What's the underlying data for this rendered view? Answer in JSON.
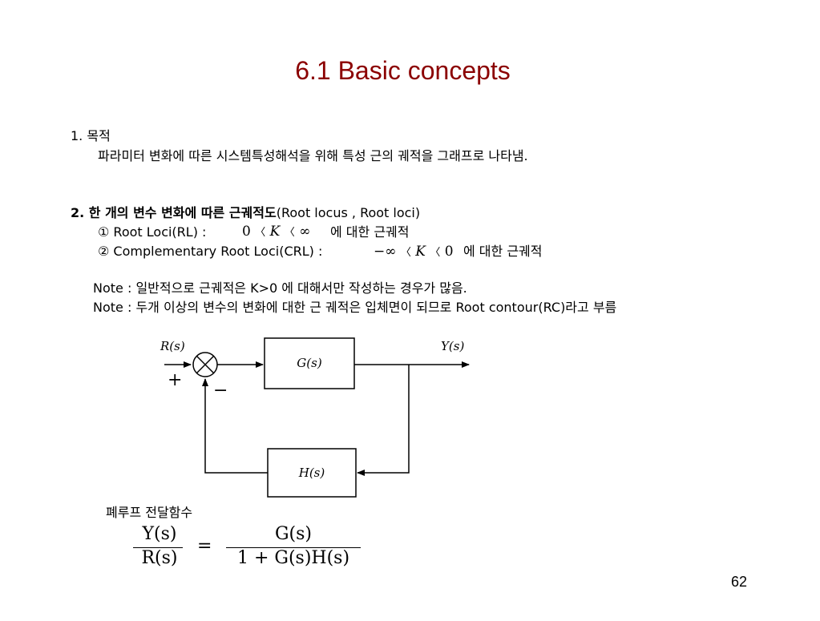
{
  "title": "6.1 Basic concepts",
  "section1": {
    "heading": "1. 목적",
    "body": "파라미터 변화에 따른 시스템특성해석을 위해 특성 근의 궤적을 그래프로 나타냄."
  },
  "section2": {
    "heading_bold": "2. 한 개의 변수 변화에 따른 근궤적도",
    "heading_rest": "(Root locus , Root loci)",
    "item1_label": "① Root Loci(RL) :",
    "item1_math": {
      "zero": "0",
      "lt1": "〈",
      "k": "K",
      "lt2": "〈",
      "inf": "∞"
    },
    "item1_suffix": "에 대한 근궤적",
    "item2_label": "② Complementary Root Loci(CRL) :",
    "item2_math": {
      "neginf": "−∞",
      "lt1": "〈",
      "k": "K",
      "lt2": "〈",
      "zero": "0"
    },
    "item2_suffix": "에 대한 근궤적"
  },
  "notes": [
    "Note : 일반적으로 근궤적은  K>0 에 대해서만 작성하는 경우가 많음.",
    "Note : 두개 이상의 변수의 변화에 대한 근 궤적은 입체면이 되므로 Root contour(RC)라고 부름"
  ],
  "diagram": {
    "input_label": "R(s)",
    "output_label": "Y(s)",
    "forward_block": "G(s)",
    "feedback_block": "H(s)",
    "plus_sign": "+",
    "minus_sign": "−"
  },
  "transfer": {
    "heading": "폐루프 전달함수",
    "lhs_num": "Y(s)",
    "lhs_den": "R(s)",
    "equals": "=",
    "rhs_num": "G(s)",
    "rhs_den": "1 + G(s)H(s)"
  },
  "page_number": "62"
}
